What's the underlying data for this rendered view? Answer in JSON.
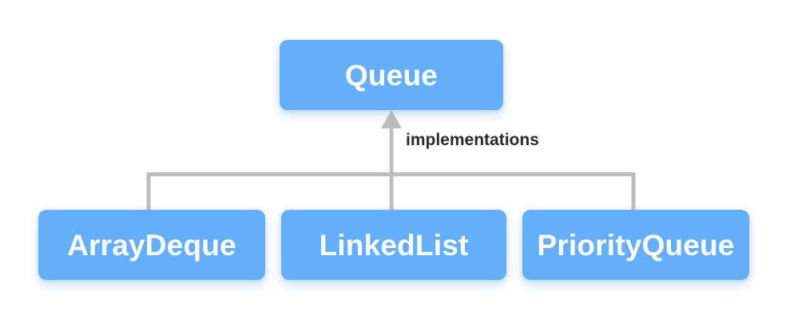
{
  "diagram": {
    "type": "class-hierarchy",
    "title_node": "Queue",
    "edge_label": "implementations",
    "nodes": [
      {
        "id": "queue",
        "label": "Queue",
        "role": "interface"
      },
      {
        "id": "arraydeque",
        "label": "ArrayDeque",
        "role": "implementation"
      },
      {
        "id": "linkedlist",
        "label": "LinkedList",
        "role": "implementation"
      },
      {
        "id": "priorityqueue",
        "label": "PriorityQueue",
        "role": "implementation"
      }
    ],
    "edges": [
      {
        "from": "arraydeque",
        "to": "queue",
        "label": "implementations",
        "arrow": "open-triangle"
      },
      {
        "from": "linkedlist",
        "to": "queue",
        "label": "",
        "arrow": "open-triangle"
      },
      {
        "from": "priorityqueue",
        "to": "queue",
        "label": "",
        "arrow": "open-triangle"
      }
    ],
    "colors": {
      "node_fill": "#65AFFA",
      "node_text": "#FFFFFF",
      "connector": "#BDBDBD",
      "label_text": "#2B2B2B",
      "background": "#FFFFFF"
    }
  }
}
